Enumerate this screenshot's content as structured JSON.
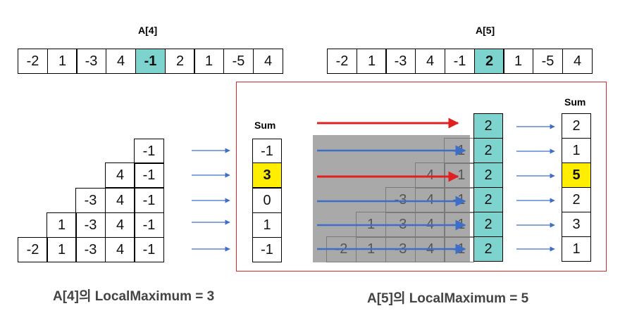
{
  "left_array": {
    "title": "A[4]",
    "values": [
      "-2",
      "1",
      "-3",
      "4",
      "-1",
      "2",
      "1",
      "-5",
      "4"
    ],
    "highlight_index": 4
  },
  "right_array": {
    "title": "A[5]",
    "values": [
      "-2",
      "1",
      "-3",
      "4",
      "-1",
      "2",
      "1",
      "-5",
      "4"
    ],
    "highlight_index": 5
  },
  "left_triangle": [
    [
      "-1"
    ],
    [
      "4",
      "-1"
    ],
    [
      "-3",
      "4",
      "-1"
    ],
    [
      "1",
      "-3",
      "4",
      "-1"
    ],
    [
      "-2",
      "1",
      "-3",
      "4",
      "-1"
    ]
  ],
  "left_sum": {
    "header": "Sum",
    "values": [
      "-1",
      "3",
      "0",
      "1",
      "-1"
    ],
    "max_index": 1
  },
  "right_triangle_ghost": [
    [
      "-1"
    ],
    [
      "4",
      "-1"
    ],
    [
      "-3",
      "4",
      "-1"
    ],
    [
      "1",
      "-3",
      "4",
      "-1"
    ],
    [
      "-2",
      "1",
      "-3",
      "4",
      "-1"
    ]
  ],
  "right_new_column": [
    "2",
    "2",
    "2",
    "2",
    "2",
    "2"
  ],
  "right_sum": {
    "header": "Sum",
    "values": [
      "2",
      "1",
      "5",
      "2",
      "3",
      "1"
    ],
    "max_index": 2
  },
  "captions": {
    "left": "A[4]의 LocalMaximum = 3",
    "right": "A[5]의 LocalMaximum = 5"
  },
  "colors": {
    "highlight": "#7dd4cf",
    "max": "#ffee00",
    "red_arrow": "#e02020",
    "blue_arrow": "#3d6fc8",
    "frame": "#d42a2a",
    "overlay": "#a9a9a9"
  }
}
